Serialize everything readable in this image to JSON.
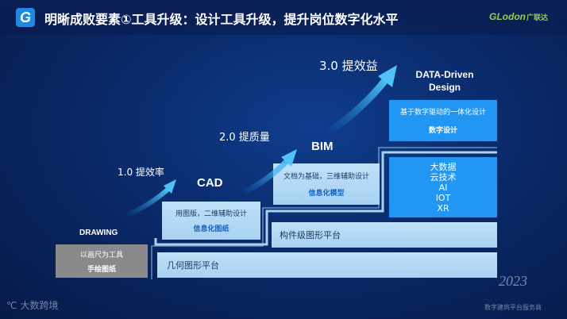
{
  "header": {
    "logo_letter": "G",
    "title": "明晰成败要素①工具升级：设计工具升级，提升岗位数字化水平",
    "brand_en": "GLodon",
    "brand_cn": "广联达"
  },
  "levels": {
    "drawing": {
      "title": "DRAWING",
      "line1": "以画尺为工具",
      "line2": "手绘图纸"
    },
    "cad": {
      "title": "CAD",
      "line1": "用图版，二维辅助设计",
      "line2": "信息化图纸"
    },
    "bim": {
      "title": "BIM",
      "line1": "文档为基础，三维辅助设计",
      "line2": "信息化模型"
    },
    "data": {
      "title_line1": "DATA-Driven",
      "title_line2": "Design",
      "line1": "基于数字驱动的一体化设计",
      "line2": "数字设计",
      "tech": [
        "大数据",
        "云技术",
        "AI",
        "IOT",
        "XR"
      ]
    }
  },
  "arrows": {
    "a1": "1.0 提效率",
    "a2": "2.0 提质量",
    "a3": "3.0 提效益"
  },
  "platforms": {
    "geometry": "几何图形平台",
    "component": "构件级图形平台"
  },
  "footer": {
    "watermark_left": "大数跨境",
    "watermark_year": "2023",
    "watermark_right": "数字建筑平台服务商"
  },
  "colors": {
    "accent_blue": "#1e88e5",
    "bright_blue": "#2196f3",
    "light_blue": "#a8d2f2",
    "gray": "#8a8a8a",
    "brand_green": "#8cd24a"
  }
}
